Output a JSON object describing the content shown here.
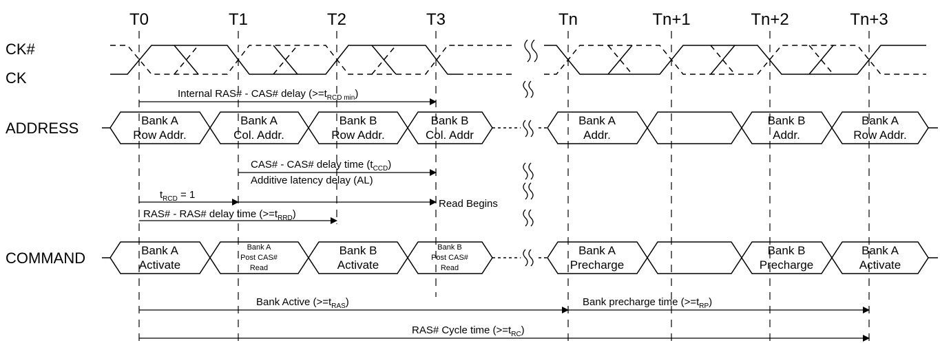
{
  "clock_labels": [
    "T0",
    "T1",
    "T2",
    "T3",
    "Tn",
    "Tn+1",
    "Tn+2",
    "Tn+3"
  ],
  "signal_labels": {
    "ck_bar": "CK#",
    "ck": "CK",
    "address": "ADDRESS",
    "command": "COMMAND"
  },
  "address_cells": [
    {
      "line1": "Bank A",
      "line2": "Row Addr."
    },
    {
      "line1": "Bank A",
      "line2": "Col. Addr."
    },
    {
      "line1": "Bank B",
      "line2": "Row Addr."
    },
    {
      "line1": "Bank B",
      "line2": "Col. Addr"
    },
    {
      "line1": "Bank A",
      "line2": "Addr."
    },
    {
      "line1": "",
      "line2": ""
    },
    {
      "line1": "Bank B",
      "line2": "Addr."
    },
    {
      "line1": "Bank A",
      "line2": "Row Addr."
    }
  ],
  "command_cells": [
    {
      "line1": "Bank A",
      "line2": "Activate"
    },
    {
      "line1": "Bank A",
      "line2": "Post CAS#",
      "line3": "Read"
    },
    {
      "line1": "Bank B",
      "line2": "Activate"
    },
    {
      "line1": "Bank B",
      "line2": "Post CAS#",
      "line3": "Read"
    },
    {
      "line1": "Bank A",
      "line2": "Precharge"
    },
    {
      "line1": "",
      "line2": ""
    },
    {
      "line1": "Bank B",
      "line2": "Precharge"
    },
    {
      "line1": "Bank A",
      "line2": "Activate"
    }
  ],
  "annotations": {
    "rcd_delay": {
      "text": "Internal RAS# - CAS# delay (>=t",
      "sub": "RCD min",
      "close": ")"
    },
    "ccd": {
      "text": "CAS# - CAS# delay time (t",
      "sub": "CCD",
      "close": ")"
    },
    "al": {
      "text": "Additive latency delay (AL)"
    },
    "trcd": {
      "pre": "t",
      "sub": "RCD",
      "post": " = 1"
    },
    "read_begins": {
      "text": "Read Begins"
    },
    "rrd": {
      "text": "RAS# - RAS# delay time (>=t",
      "sub": "RRD",
      "close": ")"
    },
    "ras": {
      "text": "Bank Active (>=t",
      "sub": "RAS",
      "close": ")"
    },
    "rp": {
      "text": "Bank precharge time (>=t",
      "sub": "RP",
      "close": ")"
    },
    "rc": {
      "text": "RAS# Cycle time (>=t",
      "sub": "RC",
      "close": ")"
    }
  }
}
